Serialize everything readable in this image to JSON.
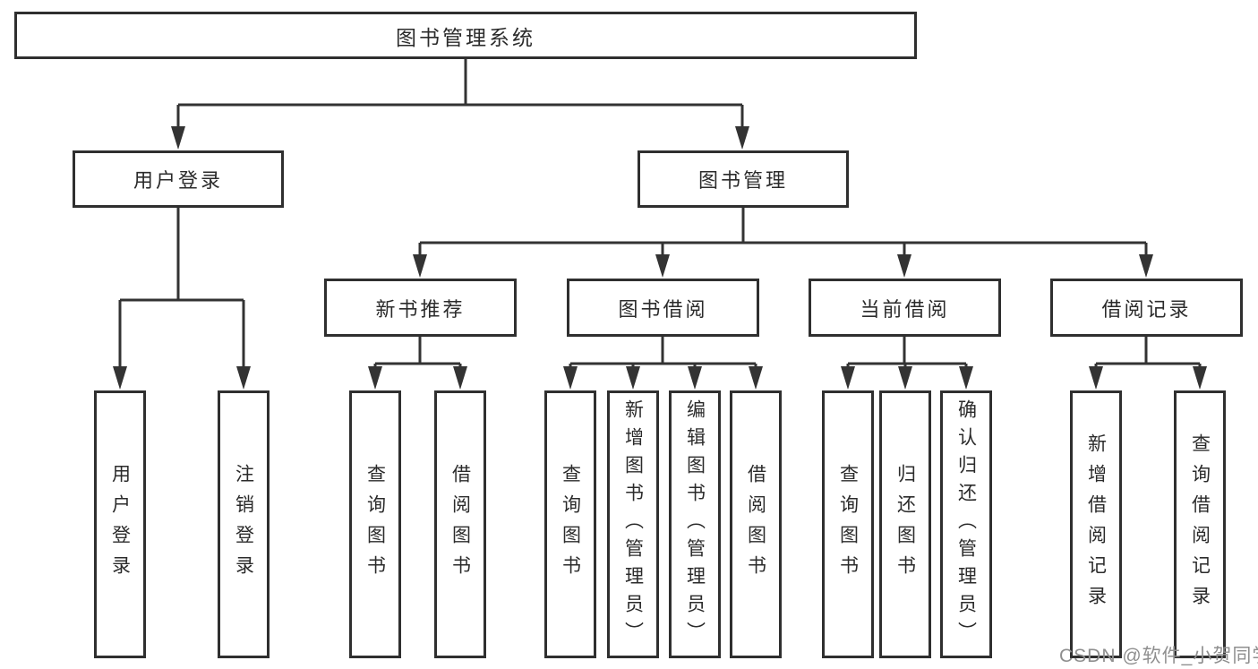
{
  "diagram": {
    "root": {
      "label": "图书管理系统"
    },
    "level2": [
      {
        "label": "用户登录"
      },
      {
        "label": "图书管理"
      }
    ],
    "level3": [
      {
        "label": "新书推荐"
      },
      {
        "label": "图书借阅"
      },
      {
        "label": "当前借阅"
      },
      {
        "label": "借阅记录"
      }
    ],
    "leaves": {
      "user_login": [
        "用户登录",
        "注销登录"
      ],
      "new_book": [
        "查询图书",
        "借阅图书"
      ],
      "book_borrow": [
        "查询图书",
        "新增图书（管理员）",
        "编辑图书（管理员）",
        "借阅图书"
      ],
      "current_borrow": [
        "查询图书",
        "归还图书",
        "确认归还（管理员）"
      ],
      "borrow_record": [
        "新增借阅记录",
        "查询借阅记录"
      ]
    }
  },
  "watermark": "CSDN @软件_小贺同学",
  "colors": {
    "line": "#333333",
    "box_border": "#2f2f2f",
    "text": "#2b2b2b",
    "watermark": "#8f8f8f",
    "background": "#ffffff"
  }
}
